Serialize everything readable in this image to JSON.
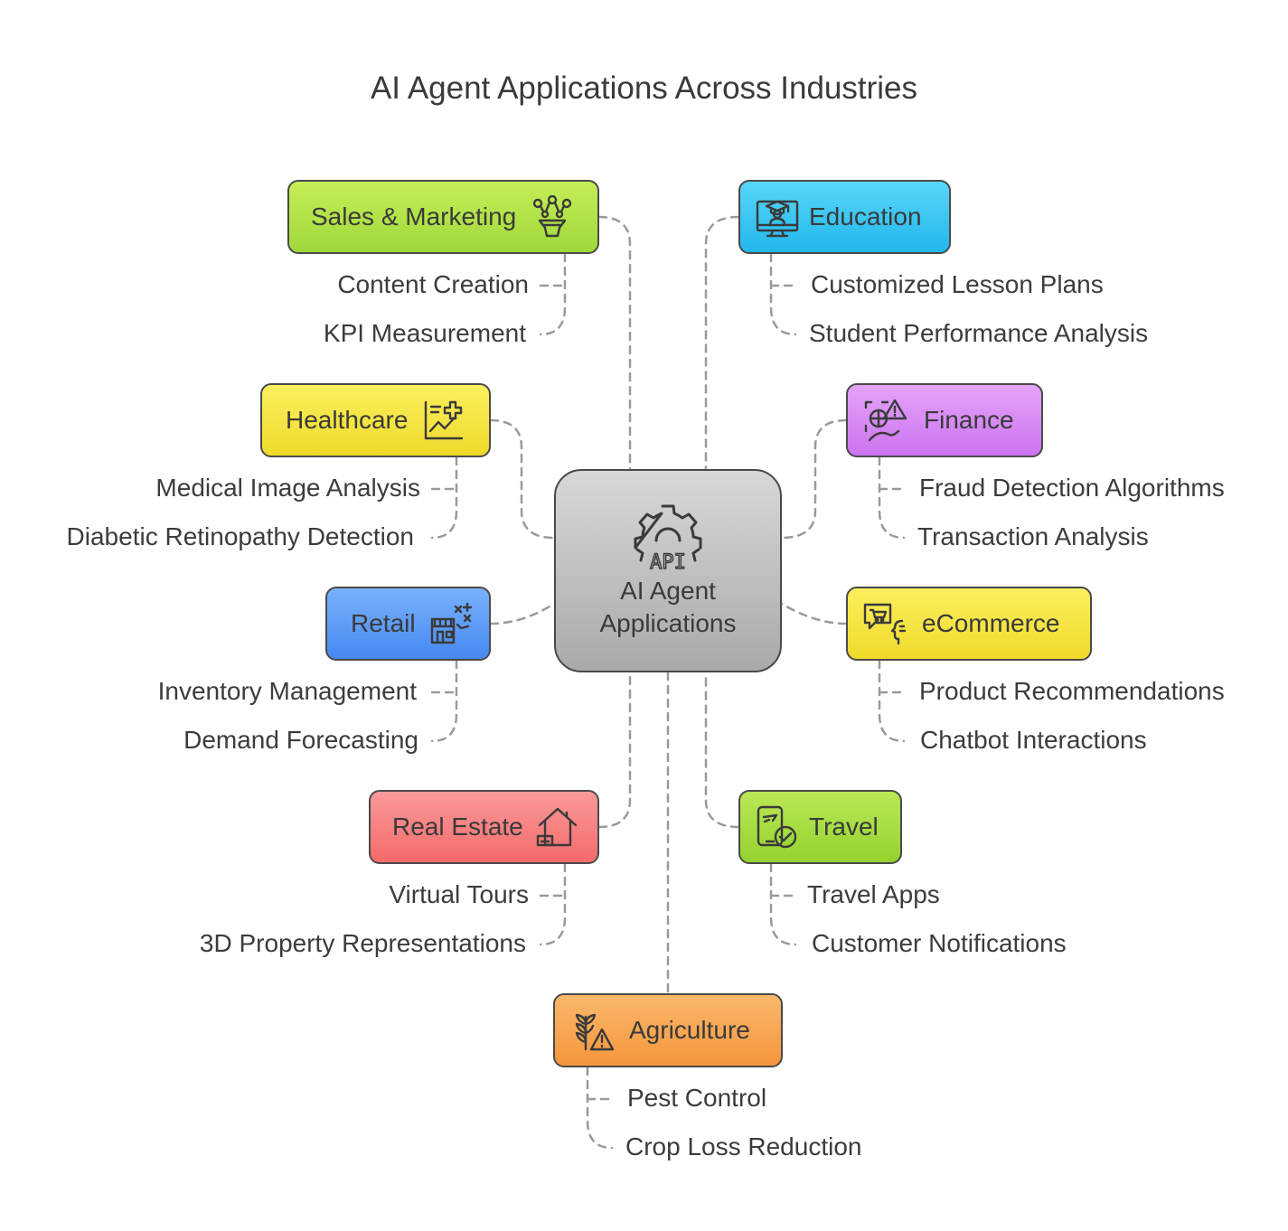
{
  "title": "AI Agent Applications Across Industries",
  "center": {
    "line1": "AI Agent",
    "line2": "Applications",
    "icon": "api-gear-icon",
    "icon_text": "API"
  },
  "categories": [
    {
      "label": "Sales & Marketing",
      "color": "#b2e340",
      "icon": "funnel-network-icon",
      "items": [
        "Content Creation",
        "KPI Measurement"
      ]
    },
    {
      "label": "Education",
      "color": "#38c8f2",
      "icon": "online-graduate-icon",
      "items": [
        "Customized Lesson Plans",
        "Student Performance Analysis"
      ]
    },
    {
      "label": "Healthcare",
      "color": "#f7e63c",
      "icon": "medical-chart-icon",
      "items": [
        "Medical Image Analysis",
        "Diabetic Retinopathy Detection"
      ]
    },
    {
      "label": "Finance",
      "color": "#d98df5",
      "icon": "fraud-alert-icon",
      "items": [
        "Fraud Detection Algorithms",
        "Transaction Analysis"
      ]
    },
    {
      "label": "Retail",
      "color": "#5e9ef8",
      "icon": "store-analytics-icon",
      "items": [
        "Inventory Management",
        "Demand Forecasting"
      ]
    },
    {
      "label": "eCommerce",
      "color": "#f7e63c",
      "icon": "cart-chatbot-icon",
      "items": [
        "Product Recommendations",
        "Chatbot Interactions"
      ]
    },
    {
      "label": "Real Estate",
      "color": "#f87c7c",
      "icon": "house-laptop-icon",
      "items": [
        "Virtual Tours",
        "3D Property Representations"
      ]
    },
    {
      "label": "Travel",
      "color": "#a9dd3f",
      "icon": "travel-app-check-icon",
      "items": [
        "Travel Apps",
        "Customer Notifications"
      ]
    },
    {
      "label": "Agriculture",
      "color": "#f9a752",
      "icon": "crop-warning-icon",
      "items": [
        "Pest Control",
        "Crop Loss Reduction"
      ]
    }
  ],
  "colors": {
    "outline": "#4a4a4a",
    "connector": "#9a9a9a",
    "center_top": "#d8d8d8",
    "center_bottom": "#a9a9a9"
  }
}
